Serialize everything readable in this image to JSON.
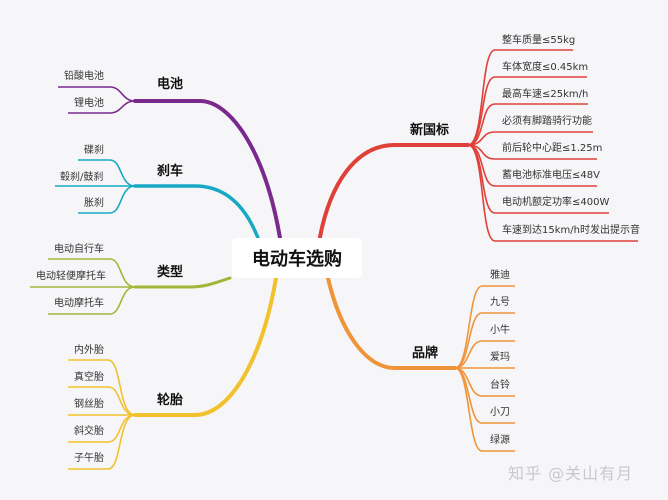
{
  "root": {
    "label": "电动车选购"
  },
  "branches": [
    {
      "key": "battery",
      "label": "电池",
      "color": "#7a2a8c",
      "side": "left",
      "children": [
        "铅酸电池",
        "锂电池"
      ]
    },
    {
      "key": "brake",
      "label": "刹车",
      "color": "#17a9c4",
      "side": "left",
      "children": [
        "碟刹",
        "毂刹/鼓刹",
        "胀刹"
      ]
    },
    {
      "key": "type",
      "label": "类型",
      "color": "#9fb83a",
      "side": "left",
      "children": [
        "电动自行车",
        "电动轻便摩托车",
        "电动摩托车"
      ]
    },
    {
      "key": "tire",
      "label": "轮胎",
      "color": "#f2c12e",
      "side": "left",
      "children": [
        "内外胎",
        "真空胎",
        "钢丝胎",
        "斜交胎",
        "子午胎"
      ]
    },
    {
      "key": "standard",
      "label": "新国标",
      "color": "#e0403a",
      "side": "right",
      "children": [
        "整车质量≤55kg",
        "车体宽度≤0.45km",
        "最高车速≤25km/h",
        "必须有脚踏骑行功能",
        "前后轮中心距≤1.25m",
        "蓄电池标准电压≤48V",
        "电动机额定功率≤400W",
        "车速到达15km/h时发出提示音"
      ]
    },
    {
      "key": "brand",
      "label": "品牌",
      "color": "#f0943a",
      "side": "right",
      "children": [
        "雅迪",
        "九号",
        "小牛",
        "爱玛",
        "台铃",
        "小刀",
        "绿源"
      ]
    }
  ],
  "watermark": "知乎 @关山有月"
}
